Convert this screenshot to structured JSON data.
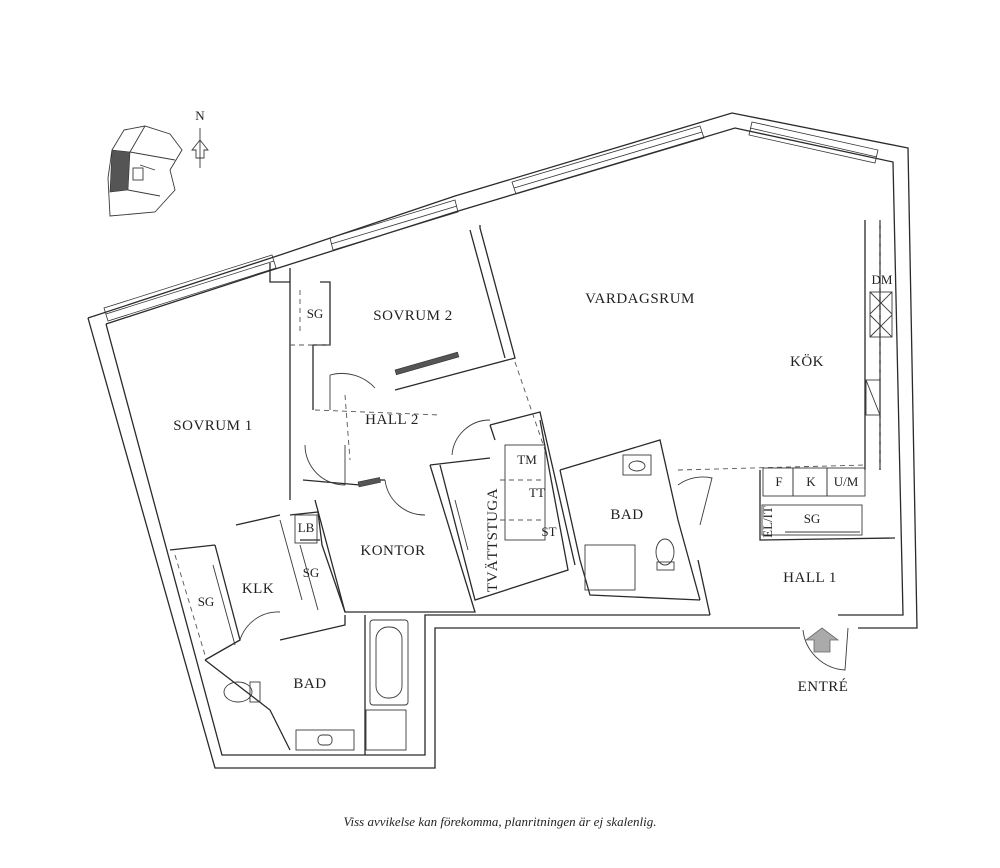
{
  "compass": {
    "north_label": "N"
  },
  "rooms": {
    "sovrum1": "SOVRUM 1",
    "sovrum2": "SOVRUM 2",
    "vardagsrum": "VARDAGSRUM",
    "kok": "KÖK",
    "hall2": "HALL 2",
    "kontor": "KONTOR",
    "tvattstuga": "TVÄTTSTUGA",
    "bad_small": "BAD",
    "bad_large": "BAD",
    "hall1": "HALL 1",
    "klk": "KLK"
  },
  "fixtures": {
    "sg_sov2": "SG",
    "sg_klk_left": "SG",
    "sg_klk_right": "SG",
    "sg_hall1": "SG",
    "lb": "LB",
    "tm": "TM",
    "tt": "TT",
    "st": "ST",
    "dm": "DM",
    "f": "F",
    "k": "K",
    "um": "U/M",
    "elit": "EL/IT"
  },
  "entrance": "ENTRÉ",
  "disclaimer": "Viss avvikelse kan förekomma, planritningen är ej skalenlig."
}
